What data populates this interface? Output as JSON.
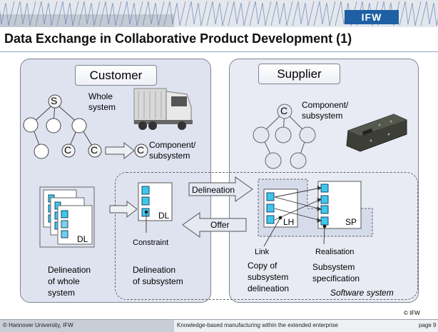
{
  "header": {
    "logo": "IFW",
    "brand_color": "#1f5fa4"
  },
  "title": "Data Exchange in Collaborative Product Development (1)",
  "customer": {
    "label": "Customer",
    "whole_system": [
      "Whole",
      "system"
    ],
    "root_node": "S",
    "component_node": "C",
    "component_label": [
      "Component/",
      "subsystem"
    ],
    "photo": "garbage-truck-image",
    "dl_stack_label": "DL",
    "delineation_whole": [
      "Delineation",
      "of whole",
      "system"
    ],
    "delineation_sub": [
      "Delineation",
      "of subsystem"
    ],
    "dl_single_label": "DL",
    "constraint": "Constraint"
  },
  "supplier": {
    "label": "Supplier",
    "root_node": "C",
    "component_label": [
      "Component/",
      "subsystem"
    ],
    "photo": "device-component-image",
    "lh_label": "LH",
    "sp_label": "SP",
    "link": "Link",
    "realisation": "Realisation",
    "copy_label": [
      "Copy of",
      "subsystem",
      "delineation"
    ],
    "spec_label": [
      "Subsystem",
      "specification"
    ],
    "software_system": "Software system"
  },
  "arrows": {
    "delineation": "Delineation",
    "offer": "Offer"
  },
  "copyright_small": "© IFW",
  "footer": {
    "left": "© Hannover University, IFW",
    "center": "Knowledge-based manufacturing within the extended enterprise",
    "page": "page 9"
  },
  "colors": {
    "panel_fill": "#dfe3f0",
    "cell_fill": "#3cc8ec",
    "node_fill": "#ffffff",
    "supplier_node_fill": "#e4e7f0"
  }
}
